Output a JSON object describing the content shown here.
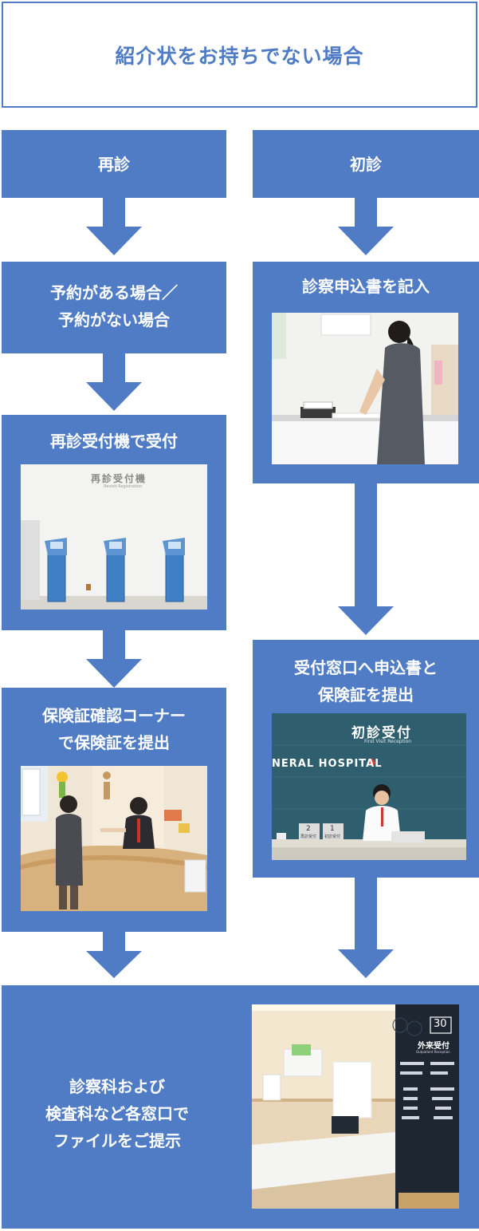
{
  "header": {
    "title": "紹介状をお持ちでない場合"
  },
  "left": {
    "revisit": "再診",
    "appointment_line1": "予約がある場合／",
    "appointment_line2": "予約がない場合",
    "machine": "再診受付機で受付",
    "machine_sign": "再診受付機",
    "machine_sign_sub": "Revisit Registration",
    "insurance_line1": "保険証確認コーナー",
    "insurance_line2": "で保険証を提出"
  },
  "right": {
    "first": "初診",
    "fill_form": "診察申込書を記入",
    "submit_line1": "受付窓口へ申込書と",
    "submit_line2": "保険証を提出",
    "reception_sign": "初診受付",
    "reception_sign_sub": "First Visit Reception",
    "hospital_sign": "NERAL HOSPITAL",
    "counter_1": "1",
    "counter_2": "2",
    "counter_1_label": "初診受付",
    "counter_2_label": "再診受付"
  },
  "bottom": {
    "line1": "診察科および",
    "line2": "検査科など各窓口で",
    "line3": "ファイルをご提示",
    "room_number": "30",
    "outpatient_sign": "外来受付",
    "outpatient_sign_sub": "Outpatient Reception"
  },
  "colors": {
    "accent": "#4f7cc4",
    "background": "#ffffff"
  }
}
